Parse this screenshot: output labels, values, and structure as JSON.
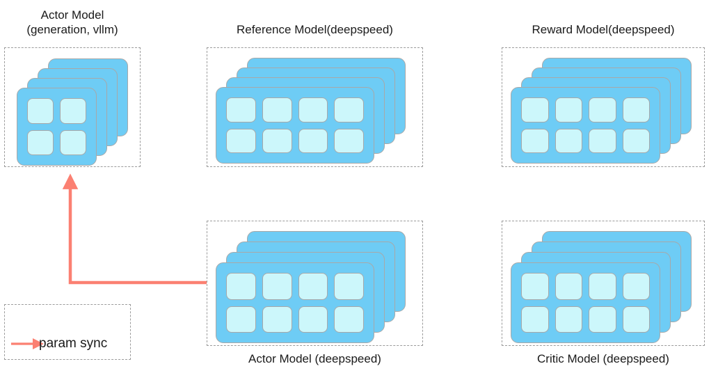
{
  "diagram": {
    "title_hidden": "",
    "accent_arrow_color": "#FB8072",
    "card_color": "#6ECCF5",
    "chip_color": "#CCF7FB",
    "border_color": "#9b9b9b",
    "blocks": [
      {
        "id": "actor-vllm",
        "label": "Actor Model\n(generation, vllm)",
        "label_position": "top",
        "grid": "2x2",
        "cards": 4,
        "chips": 4
      },
      {
        "id": "reference-model",
        "label": "Reference Model(deepspeed)",
        "label_position": "top",
        "grid": "4x2",
        "cards": 4,
        "chips": 8
      },
      {
        "id": "reward-model",
        "label": "Reward Model(deepspeed)",
        "label_position": "top",
        "grid": "4x2",
        "cards": 4,
        "chips": 8
      },
      {
        "id": "actor-deepspeed",
        "label": "Actor Model (deepspeed)",
        "label_position": "bottom",
        "grid": "4x2",
        "cards": 4,
        "chips": 8
      },
      {
        "id": "critic-model",
        "label": "Critic Model (deepspeed)",
        "label_position": "bottom",
        "grid": "4x2",
        "cards": 4,
        "chips": 8
      }
    ],
    "legend": {
      "label": "param sync",
      "arrow_color": "#FB8072"
    },
    "connection": {
      "from": "actor-deepspeed",
      "to": "actor-vllm",
      "meaning": "param sync"
    }
  }
}
